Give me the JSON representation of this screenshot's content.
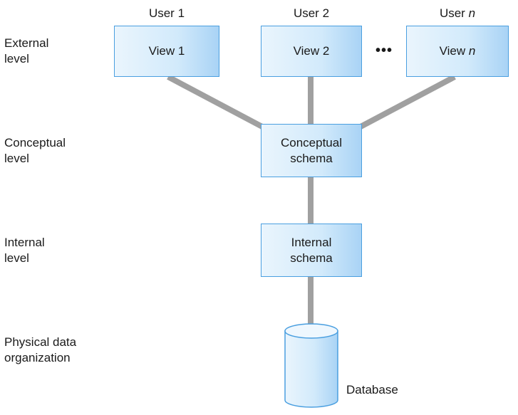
{
  "levels": {
    "external": "External\nlevel",
    "conceptual": "Conceptual\nlevel",
    "internal": "Internal\nlevel",
    "physical": "Physical data\norganization"
  },
  "users": [
    {
      "prefix": "User ",
      "suffix": "1",
      "suffix_italic": false
    },
    {
      "prefix": "User ",
      "suffix": "2",
      "suffix_italic": false
    },
    {
      "prefix": "User ",
      "suffix": "n",
      "suffix_italic": true
    }
  ],
  "views": [
    {
      "prefix": "View ",
      "suffix": "1",
      "suffix_italic": false
    },
    {
      "prefix": "View ",
      "suffix": "2",
      "suffix_italic": false
    },
    {
      "prefix": "View ",
      "suffix": "n",
      "suffix_italic": true
    }
  ],
  "ellipsis": "•••",
  "conceptual_schema": "Conceptual\nschema",
  "internal_schema": "Internal\nschema",
  "database": "Database",
  "colors": {
    "box_border": "#4a9fe0",
    "box_fill_light": "#eaf5fd",
    "box_fill_dark": "#a9d3f5",
    "connector": "#a0a0a0"
  }
}
